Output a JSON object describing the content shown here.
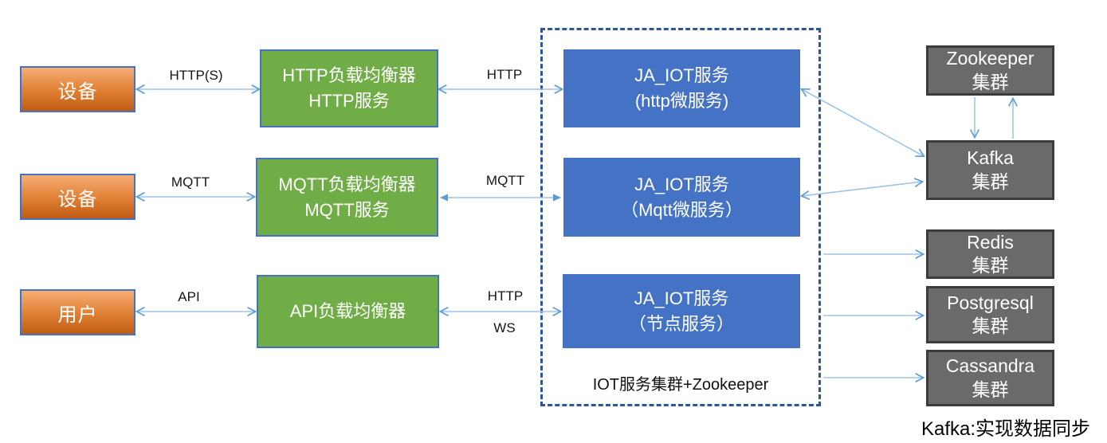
{
  "nodes": {
    "device1": {
      "label": "设备"
    },
    "device2": {
      "label": "设备"
    },
    "user": {
      "label": "用户"
    },
    "http_lb": {
      "line1": "HTTP负载均衡器",
      "line2": "HTTP服务"
    },
    "mqtt_lb": {
      "line1": "MQTT负载均衡器",
      "line2": "MQTT服务"
    },
    "api_lb": {
      "line1": "API负载均衡器"
    },
    "iot_http": {
      "line1": "JA_IOT服务",
      "line2": "(http微服务)"
    },
    "iot_mqtt": {
      "line1": "JA_IOT服务",
      "line2": "（Mqtt微服务）"
    },
    "iot_node": {
      "line1": "JA_IOT服务",
      "line2": "（节点服务）"
    },
    "zookeeper": {
      "line1": "Zookeeper",
      "line2": "集群"
    },
    "kafka": {
      "line1": "Kafka",
      "line2": "集群"
    },
    "redis": {
      "line1": "Redis",
      "line2": "集群"
    },
    "postgresql": {
      "line1": "Postgresql",
      "line2": "集群"
    },
    "cassandra": {
      "line1": "Cassandra",
      "line2": "集群"
    }
  },
  "edge_labels": {
    "https": "HTTP(S)",
    "http1": "HTTP",
    "mqtt1": "MQTT",
    "mqtt2": "MQTT",
    "api": "API",
    "http3": "HTTP",
    "ws": "WS"
  },
  "cluster_caption": "IOT服务集群+Zookeeper",
  "footnote": "Kafka:实现数据同步",
  "colors": {
    "orange_top": "#F5AE74",
    "orange_bottom": "#C05C12",
    "green": "#70AD47",
    "blue": "#4472C4",
    "gray": "#6A6A6A",
    "gray_border": "#3B3B3B",
    "node_border": "#4472C4",
    "dashed_border": "#2E5596",
    "arrow_line": "#9DC3E6",
    "arrow_head": "#5B9BD5"
  }
}
